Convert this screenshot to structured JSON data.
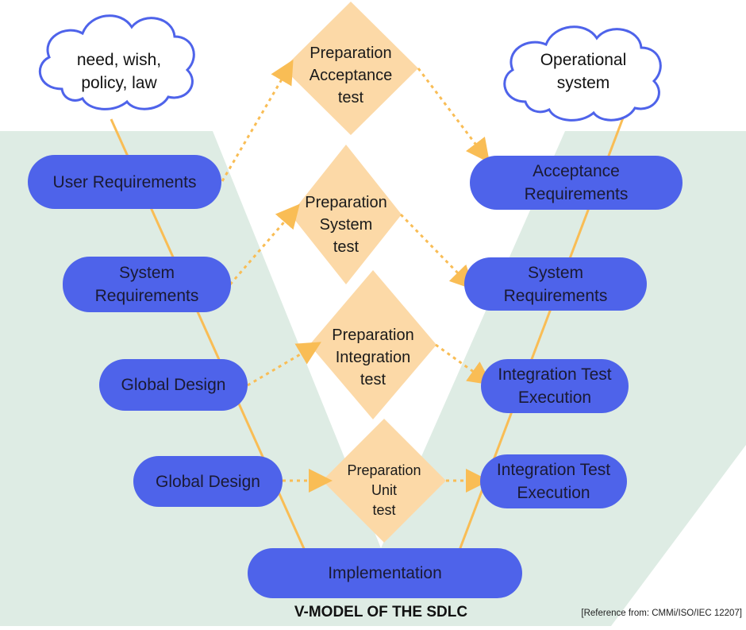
{
  "clouds": {
    "left": "need, wish,\npolicy, law",
    "right": "Operational\nsystem"
  },
  "left_boxes": [
    "User Requirements",
    "System\nRequirements",
    "Global Design",
    "Global Design"
  ],
  "right_boxes": [
    "Acceptance\nRequirements",
    "System\nRequirements",
    "Integration Test\nExecution",
    "Integration Test\nExecution"
  ],
  "bottom_box": "Implementation",
  "diamonds": [
    "Preparation\nAcceptance\ntest",
    "Preparation\nSystem\ntest",
    "Preparation\nIntegration\ntest",
    "Preparation\nUnit\ntest"
  ],
  "footer": {
    "title": "V-MODEL OF THE SDLC",
    "reference": "[Reference from: CMMi/ISO/IEC 12207]"
  },
  "colors": {
    "box": "#4e63ea",
    "diamond": "#fcd9a7",
    "background_v": "#deece4",
    "connector": "#f9bd55"
  }
}
